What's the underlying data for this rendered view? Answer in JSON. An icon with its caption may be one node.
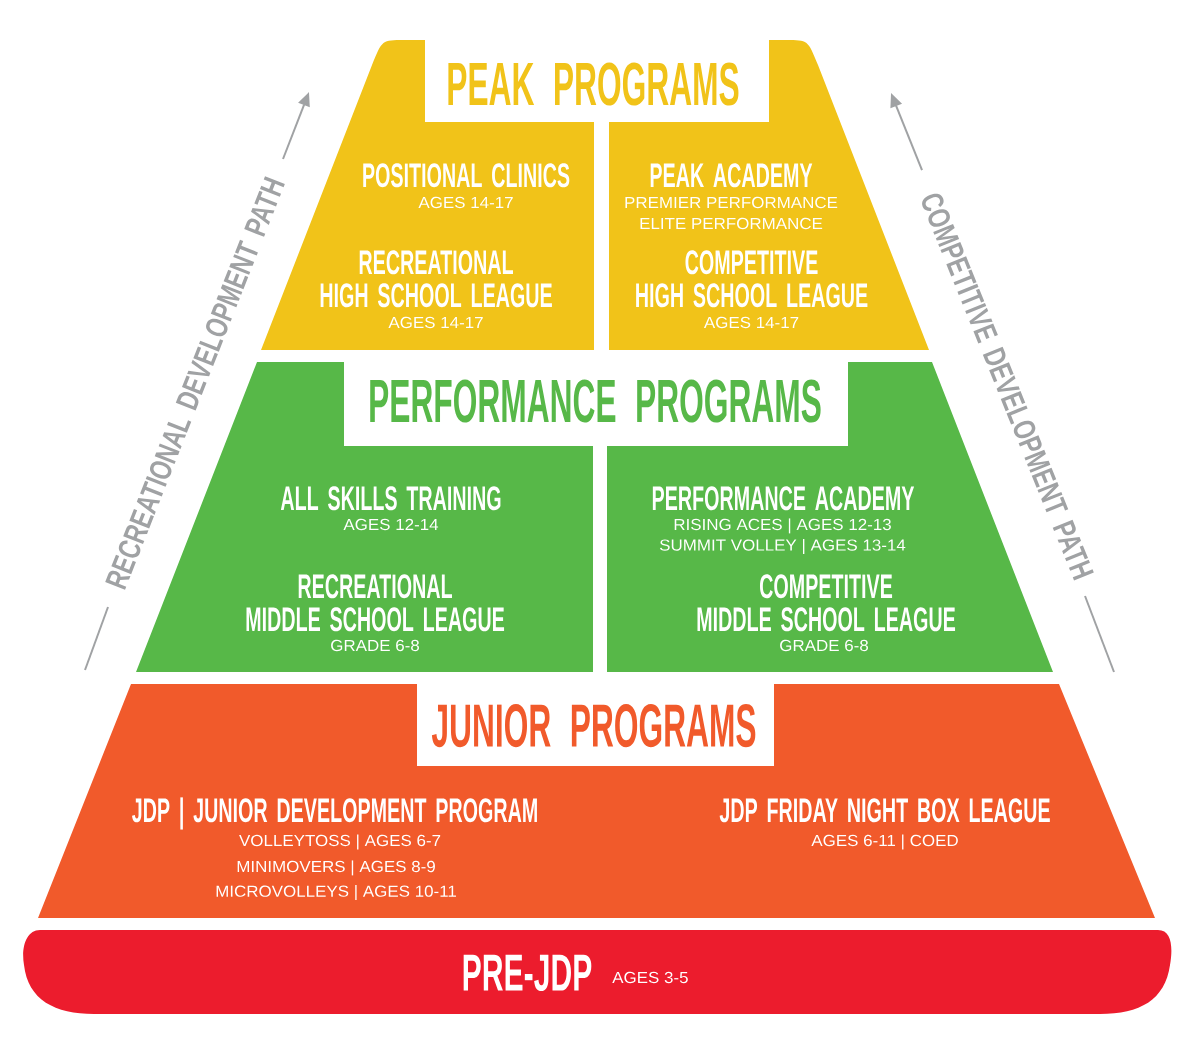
{
  "diagram": {
    "nodes": [
      {
        "text": [
          "POSITIONAL CLINICS",
          "AGES 14-17",
          "RECREATIONAL HIGH SCHOOL LEAGUE",
          "AGES 14-17"
        ]
      },
      {
        "text": [
          "PEAK ACADEMY",
          "PREMIER PERFORMANCE",
          "ELITE PERFORMANCE",
          "COMPETITIVE HIGH SCHOOL LEAGUE",
          "AGES 14-17"
        ]
      },
      {
        "text": [
          "ALL SKILLS TRAINING",
          "AGES 12-14",
          "RECREATIONAL MIDDLE SCHOOL LEAGUE",
          "GRADE 6-8"
        ]
      },
      {
        "text": [
          "PERFORMANCE ACADEMY",
          "RISING ACES | AGES 12-13",
          "SUMMIT VOLLEY | AGES 13-14",
          "COMPETITIVE MIDDLE SCHOOL LEAGUE",
          "GRADE 6-8"
        ]
      },
      {
        "text": [
          "JUNIOR PROGRAMS",
          "JDP | JUNIOR DEVELOPMENT PROGRAM",
          "VOLLEYTOSS | AGES 6-7",
          "MINIMOVERS | AGES 8-9",
          "MICROVOLLEYS | AGES 10-11",
          "JDP FRIDAY NIGHT BOX LEAGUE",
          "AGES 6-11 | COED"
        ]
      },
      {
        "text": [
          "PRE-JDP",
          "AGES 3-5"
        ]
      }
    ],
    "labels": [
      "PEAK PROGRAMS",
      "RECREATIONAL DEVELOPMENT PATH",
      "COMPETITIVE DEVELOPMENT PATH",
      "PERFORMANCE PROGRAMS"
    ]
  }
}
